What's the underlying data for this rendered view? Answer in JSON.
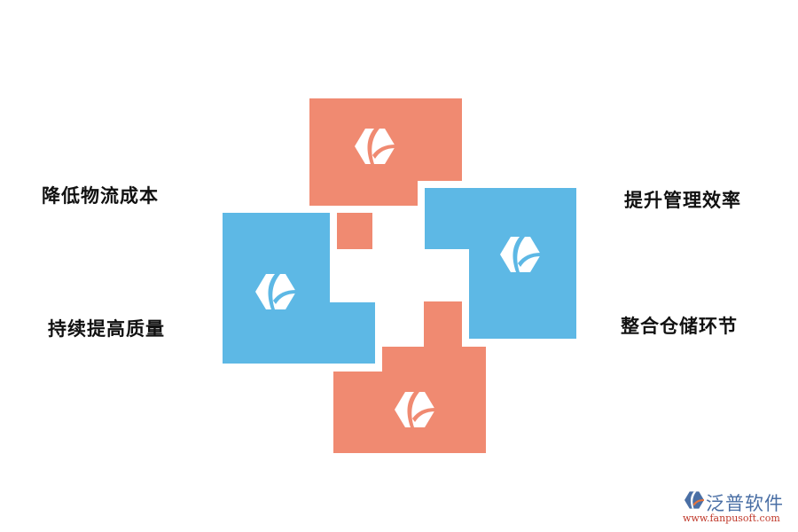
{
  "diagram": {
    "colors": {
      "orange": "#F08A71",
      "blue": "#5DB8E5",
      "icon": "#FFFFFF",
      "text": "#111111"
    },
    "icon_semantic": "hexagon-leaf-logo-icon",
    "labels": {
      "top_left": "降低物流成本",
      "bottom_left": "持续提高质量",
      "top_right": "提升管理效率",
      "bottom_right": "整合仓储环节"
    }
  },
  "watermark": {
    "brand": "泛普软件",
    "url": "www.fanpusoft.com"
  }
}
